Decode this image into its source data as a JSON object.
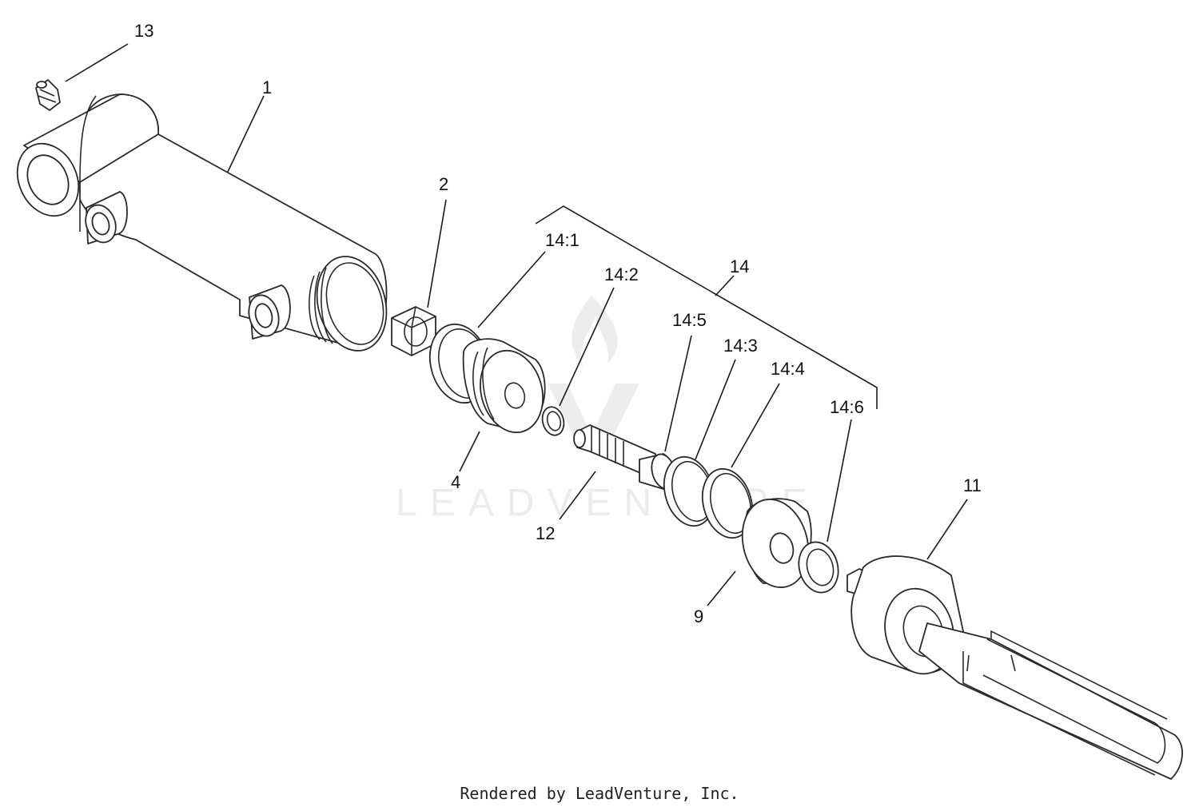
{
  "callouts": {
    "c13": "13",
    "c1": "1",
    "c2": "2",
    "c14_1": "14:1",
    "c14": "14",
    "c14_2": "14:2",
    "c14_5": "14:5",
    "c14_3": "14:3",
    "c14_4": "14:4",
    "c14_6": "14:6",
    "c4": "4",
    "c12": "12",
    "c9": "9",
    "c11": "11"
  },
  "watermark": {
    "text": "LEADVENTURE",
    "logo_icon": "leadventure-flame-logo-icon"
  },
  "footer": {
    "credit": "Rendered by LeadVenture, Inc."
  },
  "colors": {
    "line": "#2a2a2a",
    "watermark": "#ececec",
    "background": "#ffffff"
  }
}
